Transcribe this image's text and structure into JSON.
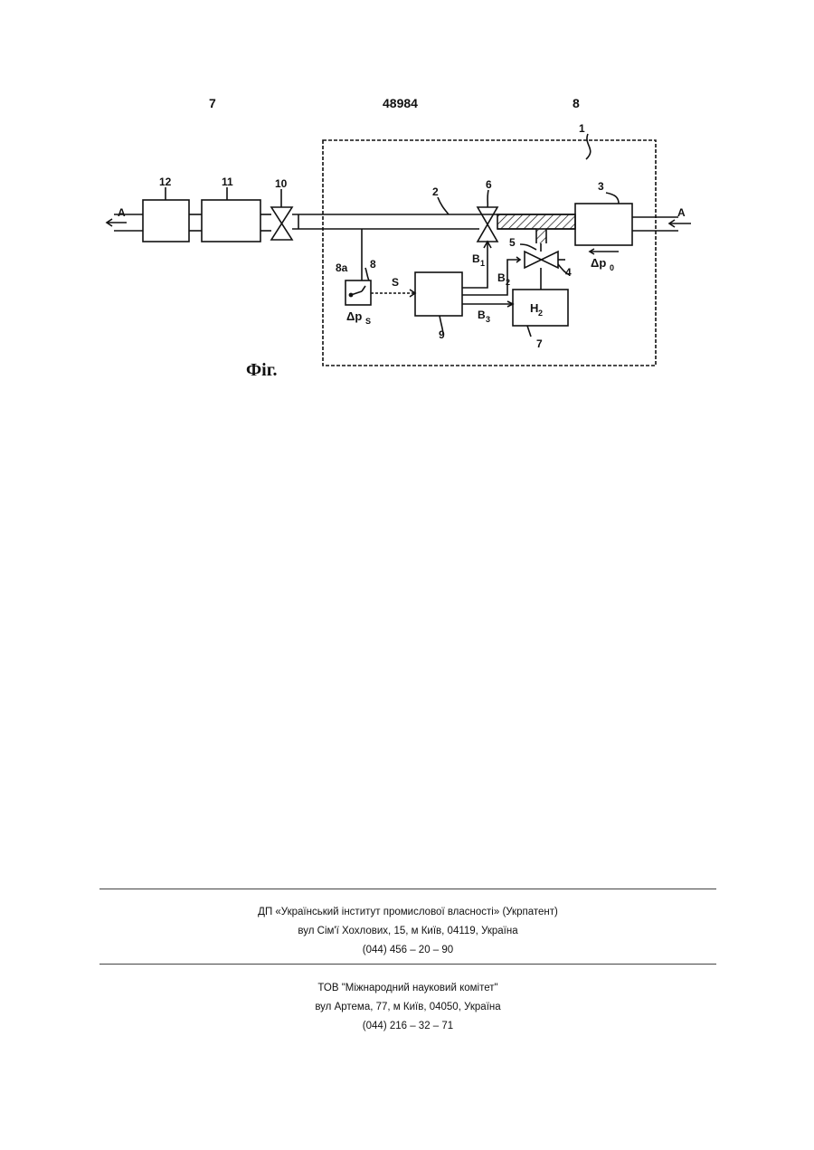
{
  "header": {
    "page_left": "7",
    "patent_number": "48984",
    "page_right": "8"
  },
  "figure": {
    "caption": "Фіг.",
    "labels": {
      "n1": "1",
      "n2": "2",
      "n3": "3",
      "n4": "4",
      "n5": "5",
      "n6": "6",
      "n7": "7",
      "n8": "8",
      "n8a": "8a",
      "n9": "9",
      "n10": "10",
      "n11": "11",
      "n12": "12",
      "A_left": "A",
      "A_right": "A",
      "S": "S",
      "B1": "B",
      "B1_sub": "1",
      "B2": "B",
      "B2_sub": "2",
      "B3": "B",
      "B3_sub": "3",
      "H2": "H",
      "H2_sub": "2",
      "dpS": "Δp",
      "dpS_sub": "S",
      "dp0": "Δp",
      "dp0_sub": "0"
    }
  },
  "footer": {
    "org1_name": "ДП «Український інститут промислової власності» (Укрпатент)",
    "org1_address": "вул  Сім'ї Хохлових, 15, м  Київ, 04119, Україна",
    "org1_phone": "(044) 456 – 20 –  90",
    "org2_name": "ТОВ \"Міжнародний науковий комітет\"",
    "org2_address": "вул  Артема, 77, м  Київ, 04050, Україна",
    "org2_phone": "(044) 216 – 32 – 71"
  }
}
